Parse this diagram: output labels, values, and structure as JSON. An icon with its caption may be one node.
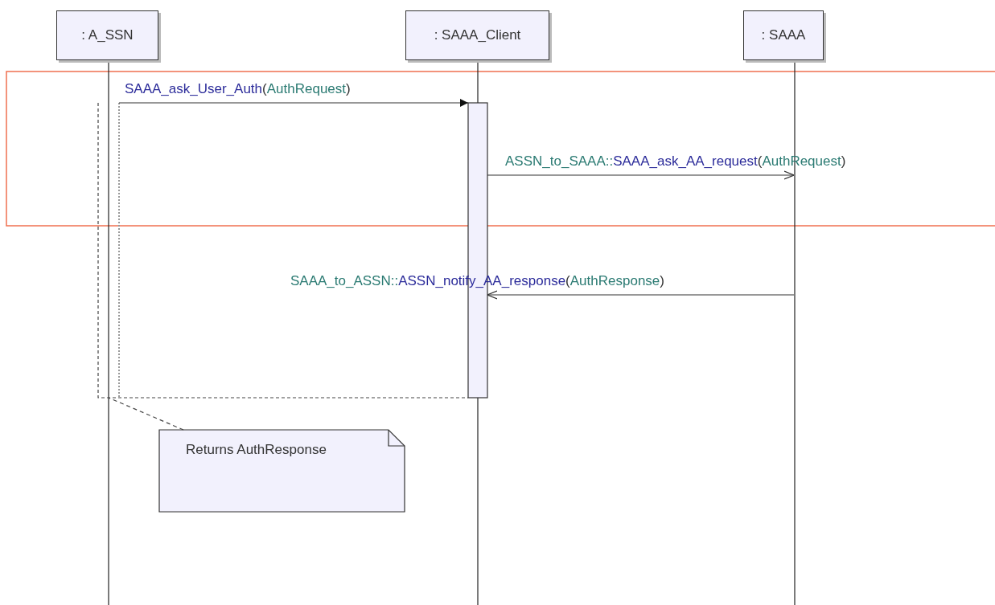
{
  "diagram": {
    "nodes": [
      {
        "text": [
          ": A_SSN"
        ]
      },
      {
        "text": [
          ": SAAA_Client"
        ]
      },
      {
        "text": [
          ": SAAA"
        ]
      },
      {
        "text": [],
        "shape": "box"
      },
      {
        "text": [],
        "shape": "bar"
      },
      {
        "text": [
          "Returns AuthResponse"
        ]
      }
    ],
    "edges": [
      {
        "from": 3,
        "to": 4,
        "arrow": "to",
        "label": "SAAA_ask_User_Auth(AuthRequest)"
      },
      {
        "from": 4,
        "to": 2,
        "arrow": "to",
        "label": "ASSN_to_SAAA::SAAA_ask_AA_request(AuthRequest)"
      },
      {
        "from": 2,
        "to": 4,
        "arrow": "to",
        "label": "SAAA_to_ASSN::ASSN_notify_AA_response(AuthResponse)"
      },
      {
        "from": 5,
        "to": 3,
        "arrow": "none",
        "style": "dashed"
      }
    ]
  }
}
